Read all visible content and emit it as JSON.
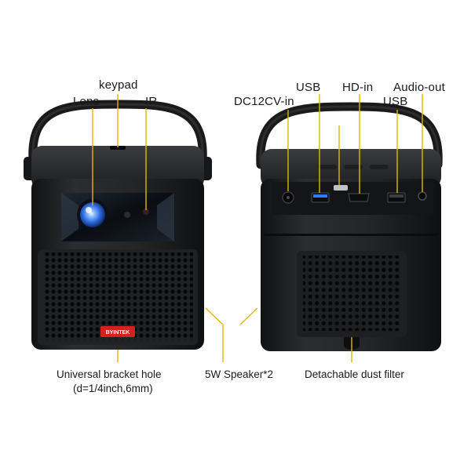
{
  "labels": {
    "keypad": "keypad",
    "lens": "Lens",
    "ir": "IR",
    "dc_in": "DC12CV-in",
    "usb_top": "USB",
    "hd_in": "HD-in",
    "audio_out": "Audio-out",
    "usb_right": "USB",
    "bracket_hole_line1": "Universal bracket hole",
    "bracket_hole_line2": "(d=1/4inch,6mm)",
    "speaker": "5W Speaker*2",
    "dust_filter": "Detachable dust filter"
  },
  "brand_badge": "BYINTEK",
  "colors": {
    "callout_line": "#e8b400",
    "body_dark": "#1b1c1e",
    "body_mid": "#2a2c2f",
    "badge_red": "#d6201f",
    "lens_blue": "#3f8cff",
    "usb_blue": "#2a7bff"
  }
}
